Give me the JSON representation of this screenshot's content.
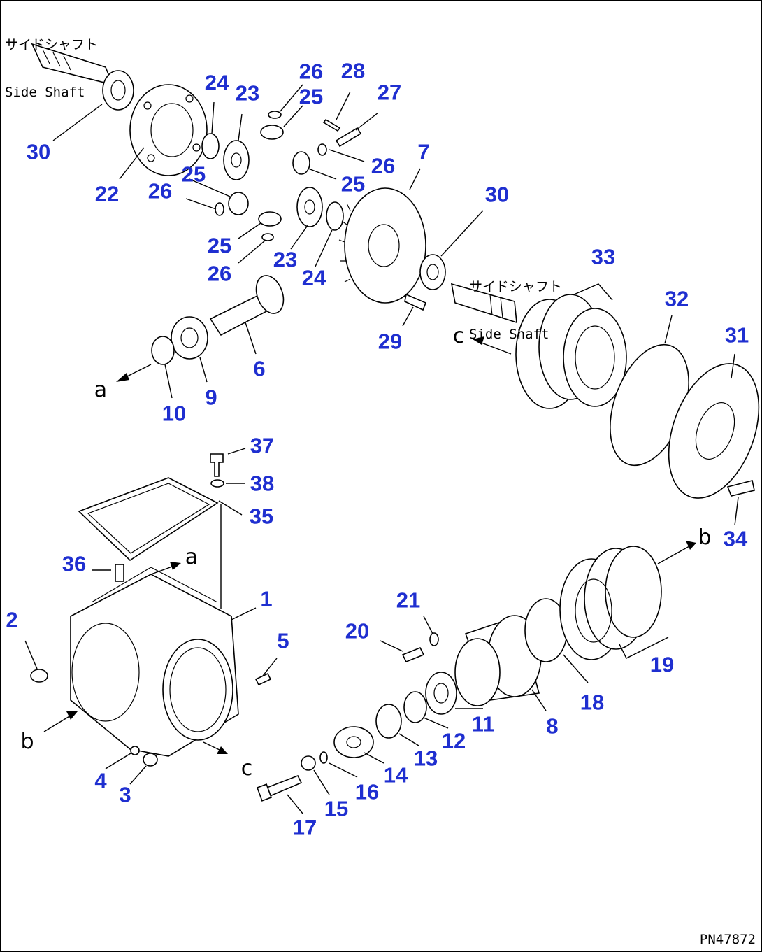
{
  "captions": {
    "side_shaft_1_jp": "サイドシャフト",
    "side_shaft_1_en": "Side Shaft",
    "side_shaft_2_jp": "サイドシャフト",
    "side_shaft_2_en": "Side Shaft"
  },
  "doc_id": "PN47872",
  "callouts": [
    {
      "id": "c30a",
      "label": "30"
    },
    {
      "id": "c22",
      "label": "22"
    },
    {
      "id": "c24a",
      "label": "24"
    },
    {
      "id": "c23a",
      "label": "23"
    },
    {
      "id": "c26a",
      "label": "26"
    },
    {
      "id": "c25a",
      "label": "25"
    },
    {
      "id": "c28",
      "label": "28"
    },
    {
      "id": "c27",
      "label": "27"
    },
    {
      "id": "c26b",
      "label": "26"
    },
    {
      "id": "c7",
      "label": "7"
    },
    {
      "id": "c25b",
      "label": "25"
    },
    {
      "id": "c25c",
      "label": "25"
    },
    {
      "id": "c26c",
      "label": "26"
    },
    {
      "id": "c25d",
      "label": "25"
    },
    {
      "id": "c26d",
      "label": "26"
    },
    {
      "id": "c23b",
      "label": "23"
    },
    {
      "id": "c24b",
      "label": "24"
    },
    {
      "id": "c30b",
      "label": "30"
    },
    {
      "id": "c33",
      "label": "33"
    },
    {
      "id": "c32",
      "label": "32"
    },
    {
      "id": "c31",
      "label": "31"
    },
    {
      "id": "c29",
      "label": "29"
    },
    {
      "id": "c6",
      "label": "6"
    },
    {
      "id": "c9",
      "label": "9"
    },
    {
      "id": "c10",
      "label": "10"
    },
    {
      "id": "c37",
      "label": "37"
    },
    {
      "id": "c38",
      "label": "38"
    },
    {
      "id": "c35",
      "label": "35"
    },
    {
      "id": "c34",
      "label": "34"
    },
    {
      "id": "c36",
      "label": "36"
    },
    {
      "id": "c1",
      "label": "1"
    },
    {
      "id": "c2",
      "label": "2"
    },
    {
      "id": "c5",
      "label": "5"
    },
    {
      "id": "c21",
      "label": "21"
    },
    {
      "id": "c20",
      "label": "20"
    },
    {
      "id": "c19",
      "label": "19"
    },
    {
      "id": "c18",
      "label": "18"
    },
    {
      "id": "c8",
      "label": "8"
    },
    {
      "id": "c11",
      "label": "11"
    },
    {
      "id": "c12",
      "label": "12"
    },
    {
      "id": "c13",
      "label": "13"
    },
    {
      "id": "c14",
      "label": "14"
    },
    {
      "id": "c16",
      "label": "16"
    },
    {
      "id": "c15",
      "label": "15"
    },
    {
      "id": "c17",
      "label": "17"
    },
    {
      "id": "c4",
      "label": "4"
    },
    {
      "id": "c3",
      "label": "3"
    }
  ],
  "letters": [
    {
      "id": "la1",
      "label": "a"
    },
    {
      "id": "la2",
      "label": "a"
    },
    {
      "id": "lb1",
      "label": "b"
    },
    {
      "id": "lb2",
      "label": "b"
    },
    {
      "id": "lc1",
      "label": "c"
    },
    {
      "id": "lc2",
      "label": "c"
    }
  ]
}
